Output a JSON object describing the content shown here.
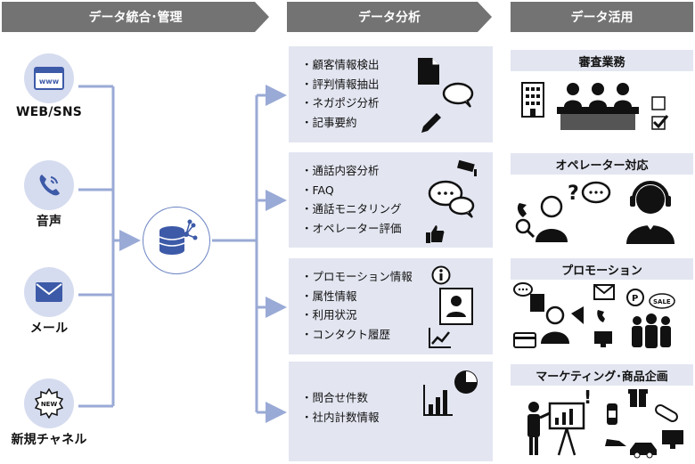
{
  "headers": {
    "integration": "データ統合･管理",
    "analysis": "データ分析",
    "utilization": "データ活用"
  },
  "sources": [
    {
      "label": "WEB/SNS",
      "icon": "browser-www-icon",
      "badge": "www"
    },
    {
      "label": "音声",
      "icon": "phone-icon"
    },
    {
      "label": "メール",
      "icon": "envelope-icon"
    },
    {
      "label": "新規チャネル",
      "icon": "new-badge-icon",
      "badge": "NEW"
    }
  ],
  "hub": {
    "icon": "database-network-icon"
  },
  "analysis_boxes": [
    {
      "items": [
        "顧客情報検出",
        "評判情報抽出",
        "ネガポジ分析",
        "記事要約"
      ],
      "icons": [
        "document-icon",
        "speech-bubble-icon",
        "pencil-icon"
      ]
    },
    {
      "items": [
        "通話内容分析",
        "FAQ",
        "通話モニタリング",
        "オペレーター評価"
      ],
      "icons": [
        "camera-icon",
        "chat-bubbles-icon",
        "thumbs-up-icon"
      ]
    },
    {
      "items": [
        "プロモーション情報",
        "属性情報",
        "利用状況",
        "コンタクト履歴"
      ],
      "icons": [
        "info-icon",
        "profile-card-icon",
        "trend-chart-icon"
      ]
    },
    {
      "items": [
        "問合せ件数",
        "社内計数情報"
      ],
      "icons": [
        "bar-chart-icon",
        "pie-chart-icon"
      ]
    }
  ],
  "uses": [
    {
      "title": "審査業務",
      "icons": [
        "building-icon",
        "panel-people-icon",
        "checkbox-icon"
      ]
    },
    {
      "title": "オペレーター対応",
      "icons": [
        "question-person-icon",
        "headset-operator-icon"
      ]
    },
    {
      "title": "プロモーション",
      "icons": [
        "promotion-collage-icon"
      ],
      "badges": [
        "P",
        "SALE"
      ]
    },
    {
      "title": "マーケティング･商品企画",
      "icons": [
        "presenter-icon",
        "products-icon"
      ]
    }
  ],
  "colors": {
    "header": "#737373",
    "panel": "#e3e6f1",
    "circle": "#d6dcef",
    "line": "#9aaad6",
    "accent": "#3d5aa8"
  }
}
